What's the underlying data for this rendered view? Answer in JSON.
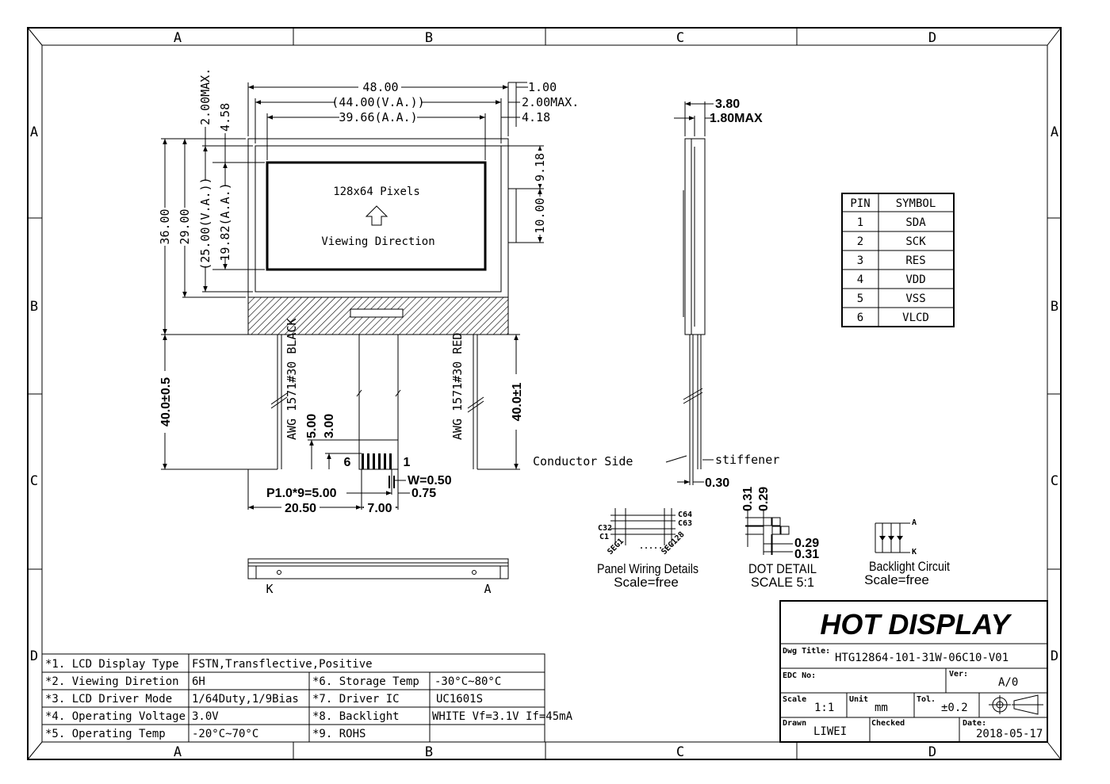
{
  "zones": {
    "cols": [
      "A",
      "B",
      "C",
      "D"
    ],
    "rows": [
      "A",
      "B",
      "C",
      "D"
    ]
  },
  "front": {
    "dims": {
      "w_48": "48.00",
      "va_w": "(44.00(V.A.))",
      "aa_w": "39.66(A.A.)",
      "r_1": "1.00",
      "r_2max": "2.00MAX.",
      "r_418": "4.18",
      "top_2max": "2.00MAX.",
      "top_458": "4.58",
      "h_36": "36.00",
      "h_29": "29.00",
      "va_h": "(25.00(V.A.))",
      "aa_h": "19.82(A.A.)",
      "r_918": "9.18",
      "r_10": "10.00"
    },
    "screen_title": "128x64 Pixels",
    "screen_dir": "Viewing Direction"
  },
  "wires": {
    "len_left": "40.0±0.5",
    "len_right": "40.0±1",
    "black_label": "AWG 1571#30 BLACK",
    "red_label": "AWG 1571#30 RED",
    "fpc_500": "5.00",
    "fpc_300": "3.00",
    "pin_first": "6",
    "pin_last": "1",
    "w": "W=0.50",
    "p": "P1.0*9=5.00",
    "d075": "0.75",
    "d2050": "20.50",
    "d700": "7.00"
  },
  "side": {
    "d380": "3.80",
    "d180": "1.80MAX",
    "conductor": "Conductor Side",
    "stiffener": "stiffener",
    "d030": "0.30"
  },
  "bottom_view": {
    "k": "K",
    "a": "A"
  },
  "pin_table": {
    "headers": [
      "PIN",
      "SYMBOL"
    ],
    "rows": [
      [
        "1",
        "SDA"
      ],
      [
        "2",
        "SCK"
      ],
      [
        "3",
        "RES"
      ],
      [
        "4",
        "VDD"
      ],
      [
        "5",
        "VSS"
      ],
      [
        "6",
        "VLCD"
      ]
    ]
  },
  "details": {
    "panel": {
      "title": "Panel Wiring Details",
      "scale": "Scale=free",
      "c64": "C64",
      "c63": "C63",
      "c32": "C32",
      "c1": "C1",
      "seg1": "SEG1",
      "seg128": "SEG128",
      "dots": "......"
    },
    "dot": {
      "title": "DOT DETAIL",
      "scale": "SCALE 5:1",
      "v031": "0.31",
      "v029": "0.29",
      "h029": "0.29",
      "h031": "0.31"
    },
    "backlight": {
      "title": "Backlight Circuit",
      "scale": "Scale=free",
      "a": "A",
      "k": "K"
    }
  },
  "spec_table": {
    "rows": [
      [
        "*1. LCD Display Type",
        "FSTN,Transflective,Positive",
        "",
        ""
      ],
      [
        "*2. Viewing Diretion",
        "6H",
        "*6. Storage Temp",
        "-30°C~80°C"
      ],
      [
        "*3. LCD Driver Mode",
        "1/64Duty,1/9Bias",
        "*7. Driver IC",
        "UC1601S"
      ],
      [
        "*4. Operating Voltage",
        "3.0V",
        "*8. Backlight",
        "WHITE Vf=3.1V If=45mA"
      ],
      [
        "*5. Operating Temp",
        "-20°C~70°C",
        "*9. ROHS",
        ""
      ]
    ]
  },
  "title_block": {
    "company": "HOT DISPLAY",
    "dwg_label": "Dwg Title:",
    "dwg_value": "HTG12864-101-31W-06C10-V01",
    "edc_label": "EDC No:",
    "ver_label": "Ver:",
    "ver_value": "A/0",
    "scale_label": "Scale",
    "scale_value": "1:1",
    "unit_label": "Unit",
    "unit_value": "mm",
    "tol_label": "Tol.",
    "tol_value": "±0.2",
    "drawn_label": "Drawn",
    "drawn_value": "LIWEI",
    "checked_label": "Checked",
    "date_label": "Date:",
    "date_value": "2018-05-17"
  }
}
